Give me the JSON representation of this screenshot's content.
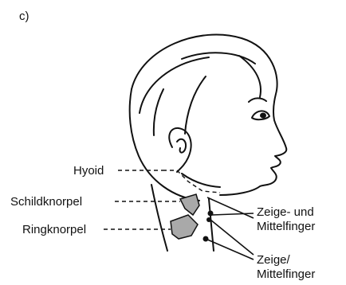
{
  "panel_label": "c)",
  "labels": {
    "hyoid": "Hyoid",
    "schildknorpel": "Schildknorpel",
    "ringknorpel": "Ringknorpel",
    "zeige_und_line1": "Zeige- und",
    "zeige_und_line2": "Mittelfinger",
    "zeige_slash_line1": "Zeige/",
    "zeige_slash_line2": "Mittelfinger"
  },
  "colors": {
    "ink": "#111111",
    "cartilage_fill": "#a9a9a9"
  }
}
